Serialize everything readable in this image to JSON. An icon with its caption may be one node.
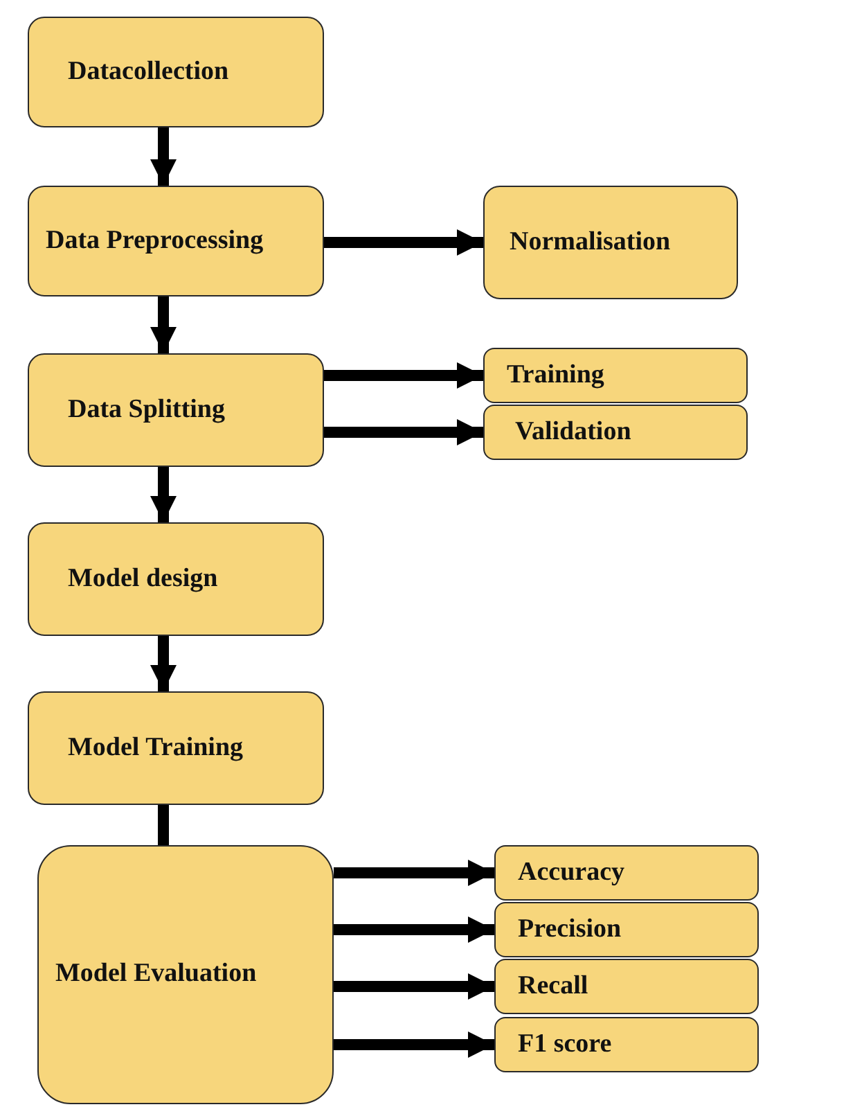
{
  "diagram": {
    "nodes": [
      {
        "text": [
          "Datacollection"
        ]
      },
      {
        "text": [
          "Data Preprocessing"
        ]
      },
      {
        "text": [
          "Normalisation"
        ]
      },
      {
        "text": [
          "Data Splitting"
        ]
      },
      {
        "text": [
          "Training"
        ]
      },
      {
        "text": [
          "Validation"
        ]
      },
      {
        "text": [
          "Model design"
        ]
      },
      {
        "text": [
          "Model Training"
        ]
      },
      {
        "text": [
          "Model Evaluation"
        ]
      },
      {
        "text": [
          "Accuracy"
        ]
      },
      {
        "text": [
          "Precision"
        ]
      },
      {
        "text": [
          "Recall"
        ]
      },
      {
        "text": [
          "F1 score"
        ]
      }
    ],
    "edges": [
      {
        "from": 0,
        "to": 1,
        "arrow": "to"
      },
      {
        "from": 1,
        "to": 2,
        "arrow": "to"
      },
      {
        "from": 1,
        "to": 3,
        "arrow": "to"
      },
      {
        "from": 3,
        "to": 4,
        "arrow": "to"
      },
      {
        "from": 3,
        "to": 5,
        "arrow": "to"
      },
      {
        "from": 3,
        "to": 6,
        "arrow": "to"
      },
      {
        "from": 6,
        "to": 7,
        "arrow": "to"
      },
      {
        "from": 7,
        "to": 8,
        "arrow": "none"
      },
      {
        "from": 8,
        "to": 9,
        "arrow": "to"
      },
      {
        "from": 8,
        "to": 10,
        "arrow": "to"
      },
      {
        "from": 8,
        "to": 11,
        "arrow": "to"
      },
      {
        "from": 8,
        "to": 12,
        "arrow": "to"
      }
    ]
  }
}
